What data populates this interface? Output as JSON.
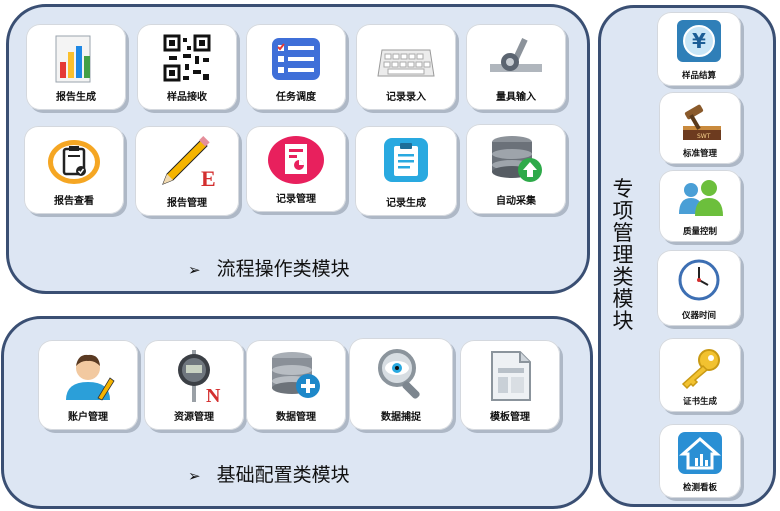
{
  "sections": {
    "flow_title": "流程操作类模块",
    "base_title": "基础配置类模块",
    "special_title": "专项管理类模块",
    "arrow": "➢"
  },
  "flow_modules": [
    {
      "label": "报告生成",
      "icon": "bar-chart-document-icon"
    },
    {
      "label": "样品接收",
      "icon": "qr-code-icon"
    },
    {
      "label": "任务调度",
      "icon": "checklist-icon"
    },
    {
      "label": "记录录入",
      "icon": "keyboard-icon"
    },
    {
      "label": "量具输入",
      "icon": "measuring-gauge-icon"
    },
    {
      "label": "报告查看",
      "icon": "clipboard-check-icon"
    },
    {
      "label": "报告管理",
      "icon": "pencil-edit-icon"
    },
    {
      "label": "记录管理",
      "icon": "document-chart-icon"
    },
    {
      "label": "记录生成",
      "icon": "clipboard-icon"
    },
    {
      "label": "自动采集",
      "icon": "database-upload-icon"
    }
  ],
  "base_modules": [
    {
      "label": "账户管理",
      "icon": "user-account-icon"
    },
    {
      "label": "资源管理",
      "icon": "digital-caliper-icon"
    },
    {
      "label": "数据管理",
      "icon": "database-add-icon"
    },
    {
      "label": "数据捕捉",
      "icon": "eye-magnifier-icon"
    },
    {
      "label": "模板管理",
      "icon": "template-document-icon"
    }
  ],
  "special_modules": [
    {
      "label": "样品结算",
      "icon": "yen-coin-icon"
    },
    {
      "label": "标准管理",
      "icon": "gavel-book-icon"
    },
    {
      "label": "质量控制",
      "icon": "people-group-icon"
    },
    {
      "label": "仪器时间",
      "icon": "clock-icon"
    },
    {
      "label": "证书生成",
      "icon": "key-icon"
    },
    {
      "label": "检测看板",
      "icon": "home-dashboard-icon"
    }
  ],
  "colors": {
    "panel_fill": "#dde6f3",
    "panel_border": "#3a4f73",
    "card_fill": "#ffffff"
  }
}
